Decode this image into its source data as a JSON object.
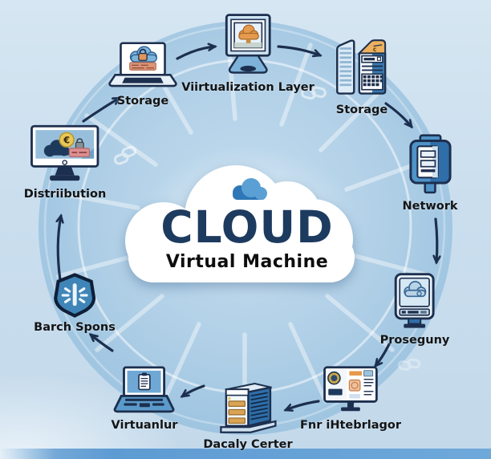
{
  "diagram": {
    "center": {
      "icon": "cloud-icon",
      "title": "CLOUD",
      "subtitle": "Virtual Machine",
      "title_color": "#1d3a5f",
      "subtitle_color": "#0d0d0d"
    },
    "nodes": [
      {
        "id": "storage-laptop",
        "label": "Storage",
        "icon": "laptop-cloud-lock-icon"
      },
      {
        "id": "virtualization-layer",
        "label": "Viirtualization Layer",
        "icon": "monitor-orange-cloud-icon"
      },
      {
        "id": "storage-servers",
        "label": "Storage",
        "icon": "server-towers-icon"
      },
      {
        "id": "network",
        "label": "Network",
        "icon": "network-device-icon"
      },
      {
        "id": "proseguny",
        "label": "Proseguny",
        "icon": "monitor-blue-cloud-icon"
      },
      {
        "id": "fnr-ihtebrlagor",
        "label": "Fnr iHtebrlagor",
        "icon": "dashboard-monitor-icon"
      },
      {
        "id": "dacaly-certer",
        "label": "Dacaly Certer",
        "icon": "server-rack-icon"
      },
      {
        "id": "virtuanlur",
        "label": "Virtuanlur",
        "icon": "laptop-clipboard-icon"
      },
      {
        "id": "barch-spons",
        "label": "Barch Spons",
        "icon": "shield-burst-icon"
      },
      {
        "id": "distriibution",
        "label": "Distriibution",
        "icon": "monitor-finance-icon"
      }
    ],
    "glyphs": {
      "coin": "€",
      "server_top": "c"
    },
    "colors": {
      "background": "#cadeee",
      "disc": "#a7c9e2",
      "outline": "#1d2f4e",
      "cloud_fill": "#ffffff",
      "orange_accent": "#e59a4e",
      "bottom_band": "#5e9bd3"
    }
  }
}
